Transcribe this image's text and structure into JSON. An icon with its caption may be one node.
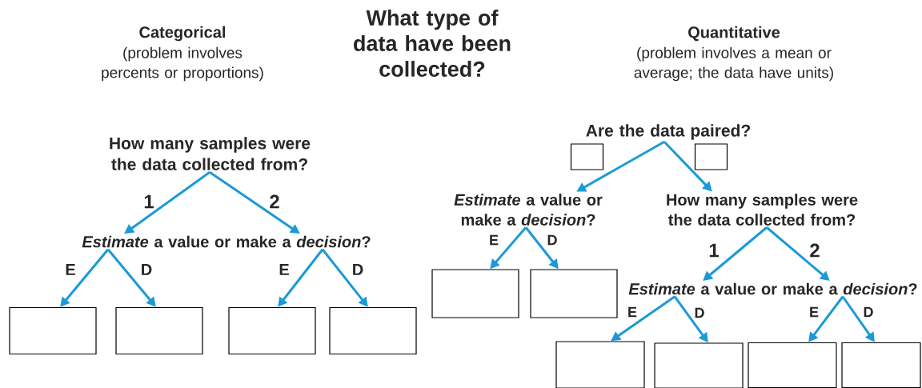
{
  "diagram": {
    "title": "What type of data have been collected?",
    "nodes": [
      {
        "text": [
          "How many samples were the data collected from?"
        ]
      },
      {
        "text": [
          "*Estimate* a value or make a *decision*?"
        ]
      },
      {
        "text": [],
        "shape": "box"
      },
      {
        "text": [],
        "shape": "box"
      },
      {
        "text": [],
        "shape": "box"
      },
      {
        "text": [],
        "shape": "box"
      },
      {
        "text": [
          "Are the data paired?"
        ]
      },
      {
        "text": [],
        "shape": "box"
      },
      {
        "text": [],
        "shape": "box"
      },
      {
        "text": [
          "*Estimate* a value or make a *decision*?"
        ]
      },
      {
        "text": [
          "How many samples were the data collected from?"
        ]
      },
      {
        "text": [
          "*Estimate* a value or make a *decision*?"
        ]
      },
      {
        "text": [],
        "shape": "box"
      },
      {
        "text": [],
        "shape": "box"
      },
      {
        "text": [],
        "shape": "box"
      },
      {
        "text": [],
        "shape": "box"
      },
      {
        "text": [],
        "shape": "box"
      },
      {
        "text": [],
        "shape": "box"
      }
    ],
    "edges": [
      {
        "from": 0,
        "to": 1,
        "arrow": "to",
        "label": "1"
      },
      {
        "from": 0,
        "to": 1,
        "arrow": "to",
        "label": "2"
      },
      {
        "from": 1,
        "to": 2,
        "arrow": "to",
        "label": "E"
      },
      {
        "from": 1,
        "to": 3,
        "arrow": "to",
        "label": "D"
      },
      {
        "from": 1,
        "to": 4,
        "arrow": "to",
        "label": "E"
      },
      {
        "from": 1,
        "to": 5,
        "arrow": "to",
        "label": "D"
      },
      {
        "from": 6,
        "to": 9,
        "arrow": "to"
      },
      {
        "from": 6,
        "to": 10,
        "arrow": "to"
      },
      {
        "from": 9,
        "to": 12,
        "arrow": "to",
        "label": "E"
      },
      {
        "from": 9,
        "to": 13,
        "arrow": "to",
        "label": "D"
      },
      {
        "from": 10,
        "to": 11,
        "arrow": "to",
        "label": "1"
      },
      {
        "from": 10,
        "to": 11,
        "arrow": "to",
        "label": "2"
      },
      {
        "from": 11,
        "to": 14,
        "arrow": "to",
        "label": "E"
      },
      {
        "from": 11,
        "to": 15,
        "arrow": "to",
        "label": "D"
      },
      {
        "from": 11,
        "to": 16,
        "arrow": "to",
        "label": "E"
      },
      {
        "from": 11,
        "to": 17,
        "arrow": "to",
        "label": "D"
      }
    ],
    "labels": [
      "Categorical",
      "(problem involves percents or proportions)",
      "Quantitative",
      "(problem involves a mean or average; the data have units)"
    ]
  }
}
